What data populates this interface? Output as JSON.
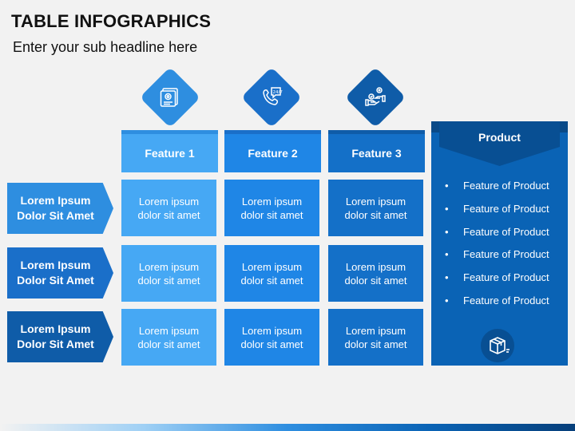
{
  "header": {
    "title": "TABLE INFOGRAPHICS",
    "subtitle": "Enter your sub headline here"
  },
  "features": [
    {
      "label": "Feature 1",
      "icon": "certificate-icon",
      "color": "#2e8ee0"
    },
    {
      "label": "Feature 2",
      "icon": "support-24-7-icon",
      "color": "#1a6fc9"
    },
    {
      "label": "Feature 3",
      "icon": "handshake-icon",
      "color": "#0f5ca8"
    }
  ],
  "rows": [
    {
      "label_line1": "Lorem Ipsum",
      "label_line2": "Dolor Sit Amet",
      "color": "#2e8ee0"
    },
    {
      "label_line1": "Lorem Ipsum",
      "label_line2": "Dolor Sit Amet",
      "color": "#1a6fc9"
    },
    {
      "label_line1": "Lorem Ipsum",
      "label_line2": "Dolor Sit Amet",
      "color": "#0f5ca8"
    }
  ],
  "cells": {
    "line1": "Lorem ipsum",
    "line2": "dolor sit amet",
    "column_colors": [
      "#46a8f4",
      "#1f86e6",
      "#1470c8"
    ]
  },
  "product": {
    "title": "Product",
    "items": [
      "Feature of Product",
      "Feature of Product",
      "Feature of Product",
      "Feature of Product",
      "Feature of Product",
      "Feature of Product"
    ],
    "icon": "package-box-icon",
    "color": "#0a63b5",
    "header_color": "#084f93"
  }
}
